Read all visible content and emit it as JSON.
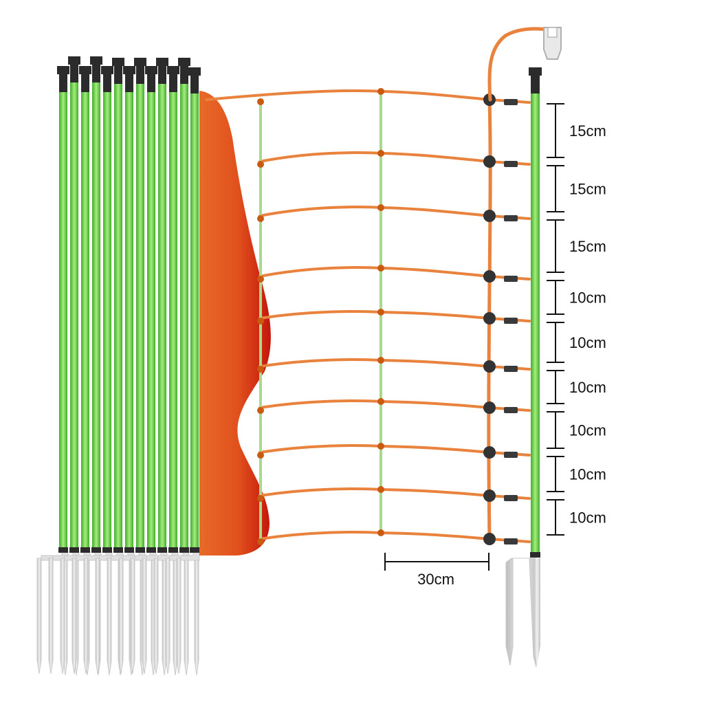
{
  "colors": {
    "wire": "#e8823c",
    "wire_dot": "#c85a12",
    "pole_green": "#7ed957",
    "pole_green_dark": "#3fae2a",
    "cap": "#2b2b2b",
    "insulator": "#3a3a3a",
    "spike": "#d6d6d6",
    "netting_fold": "#e4561f",
    "netting_fold_dark": "#c4160c",
    "dim_line": "#111111"
  },
  "icons": {
    "rolled_poles": "bundle-of-fence-poles-icon",
    "connector": "connector-clip-icon"
  },
  "spacing": {
    "vertical_gaps": [
      "15cm",
      "15cm",
      "15cm",
      "10cm",
      "10cm",
      "10cm",
      "10cm",
      "10cm",
      "10cm"
    ],
    "horizontal_gap": "30cm"
  }
}
